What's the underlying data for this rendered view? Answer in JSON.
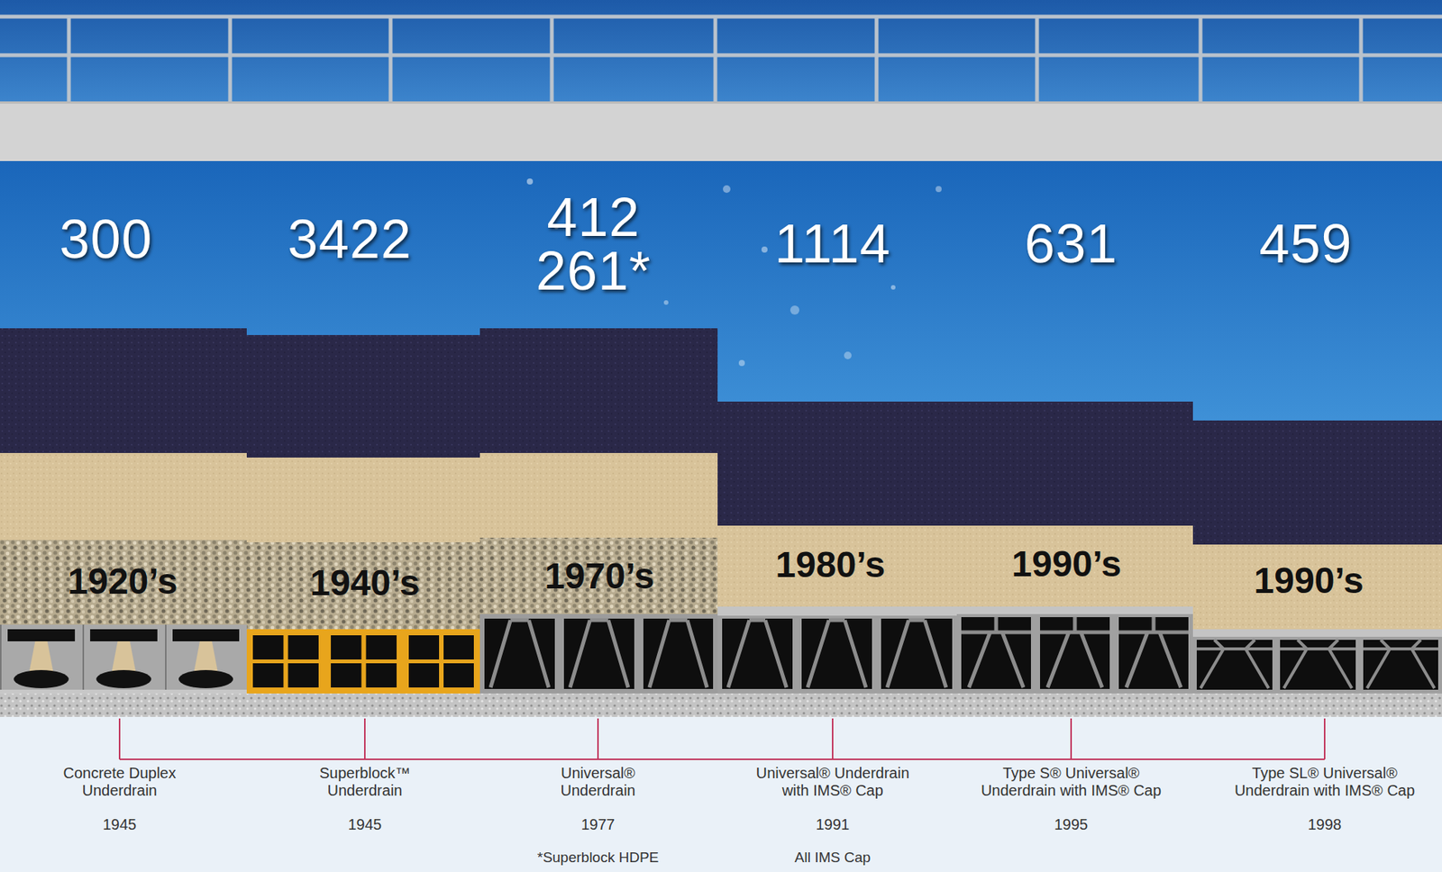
{
  "diagram": {
    "labels": [
      "300",
      "3422",
      "412",
      "261*",
      "1114",
      "631",
      "459",
      "1920’s",
      "1940’s",
      "1970’s",
      "1980’s",
      "1990’s",
      "1990’s",
      "Concrete Duplex Underdrain",
      "1945",
      "Superblock™ Underdrain",
      "1945",
      "Universal® Underdrain",
      "1977",
      "*Superblock HDPE",
      "Universal® Underdrain with IMS® Cap",
      "1991",
      "All IMS Cap",
      "Type S® Universal® Underdrain with IMS® Cap",
      "1995",
      "Type SL® Universal® Underdrain with IMS® Cap",
      "1998"
    ]
  }
}
